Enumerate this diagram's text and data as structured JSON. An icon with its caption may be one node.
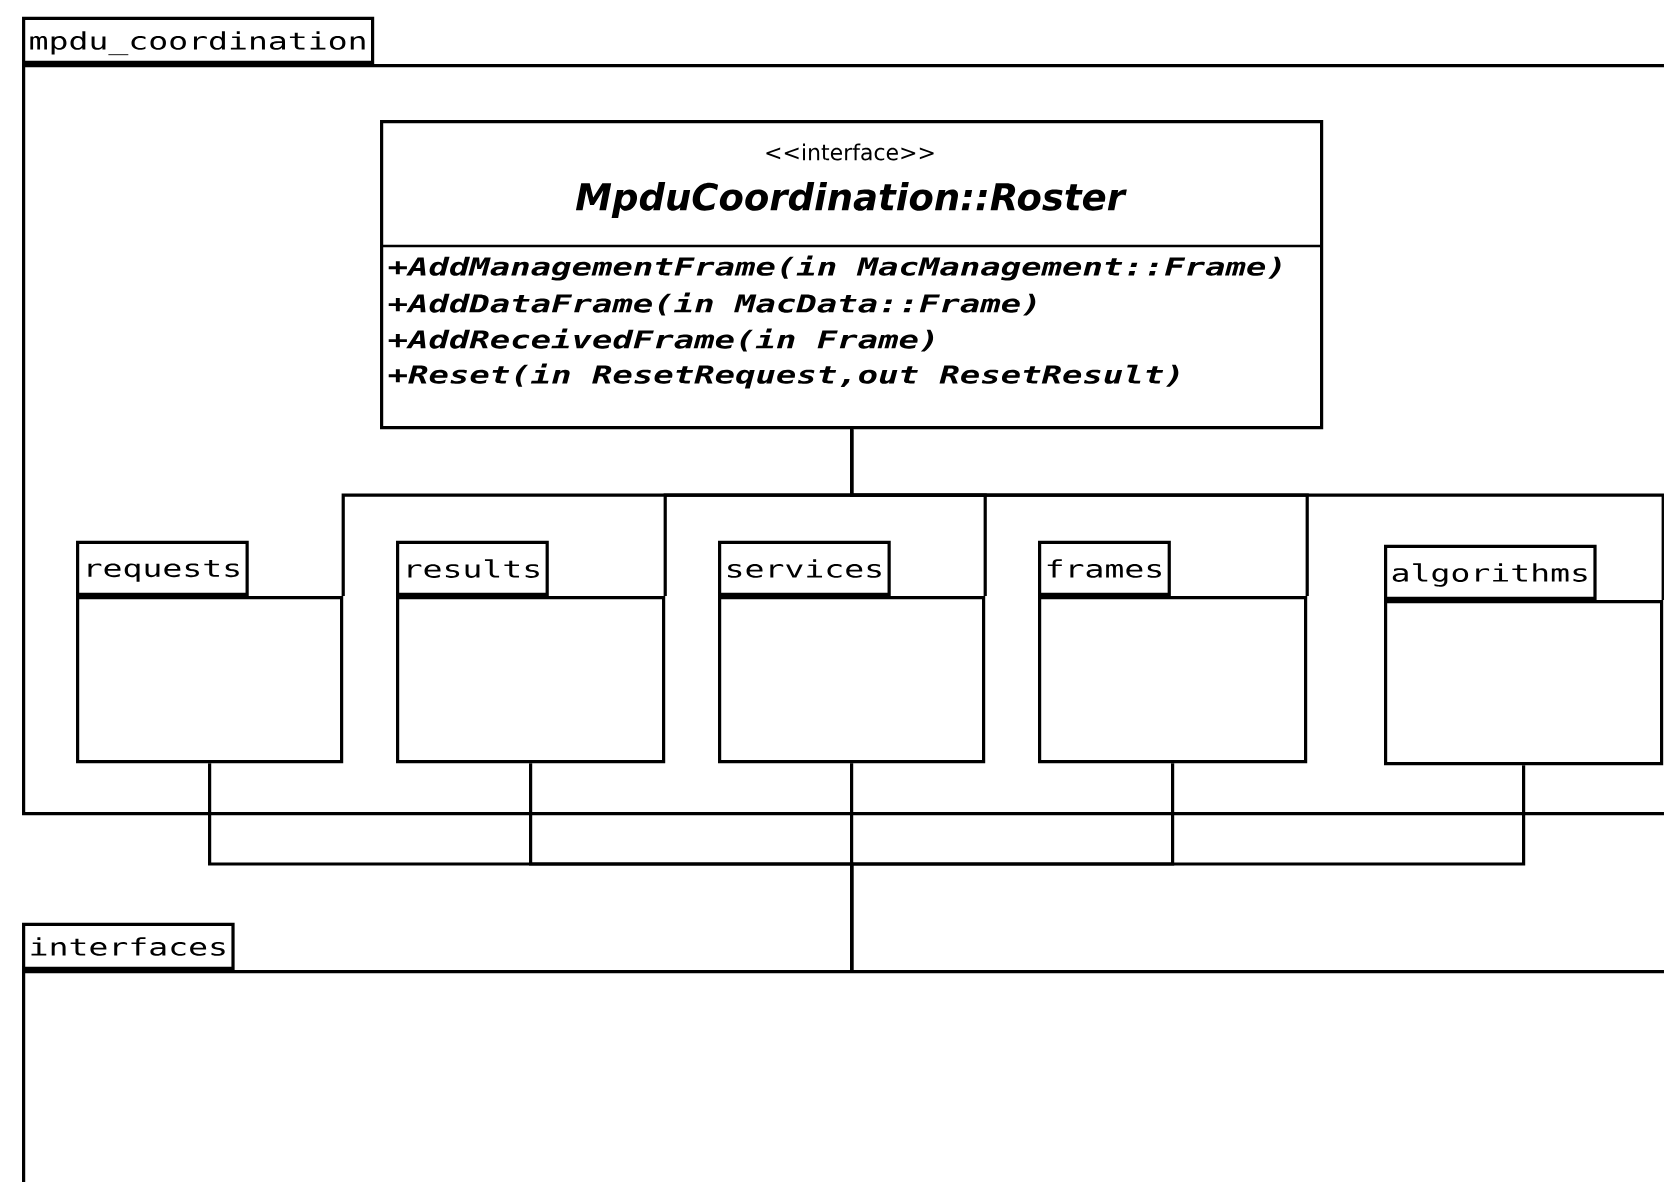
{
  "diagram": {
    "nodes": [
      {
        "text": [
          "mpdu_coordination"
        ]
      },
      {
        "text": [
          "<<interface>>",
          "MpduCoordination::Roster",
          "+AddManagementFrame(in MacManagement::Frame)",
          "+AddDataFrame(in MacData::Frame)",
          "+AddReceivedFrame(in Frame)",
          "+Reset(in ResetRequest,out ResetResult)"
        ],
        "in": 0
      },
      {
        "text": [
          "requests"
        ],
        "in": 0
      },
      {
        "text": [
          "results"
        ],
        "in": 0
      },
      {
        "text": [
          "services"
        ],
        "in": 0
      },
      {
        "text": [
          "frames"
        ],
        "in": 0
      },
      {
        "text": [
          "algorithms"
        ],
        "in": 0
      },
      {
        "text": [
          "interfaces"
        ]
      }
    ],
    "edges": [
      {
        "from": 1,
        "to": 2,
        "arrow": "none"
      },
      {
        "from": 1,
        "to": 3,
        "arrow": "none"
      },
      {
        "from": 1,
        "to": 4,
        "arrow": "none"
      },
      {
        "from": 1,
        "to": 5,
        "arrow": "none"
      },
      {
        "from": 1,
        "to": 6,
        "arrow": "none"
      },
      {
        "from": 2,
        "to": 7,
        "arrow": "none"
      },
      {
        "from": 3,
        "to": 7,
        "arrow": "none"
      },
      {
        "from": 4,
        "to": 7,
        "arrow": "none"
      },
      {
        "from": 5,
        "to": 7,
        "arrow": "none"
      },
      {
        "from": 6,
        "to": 7,
        "arrow": "none"
      }
    ]
  }
}
